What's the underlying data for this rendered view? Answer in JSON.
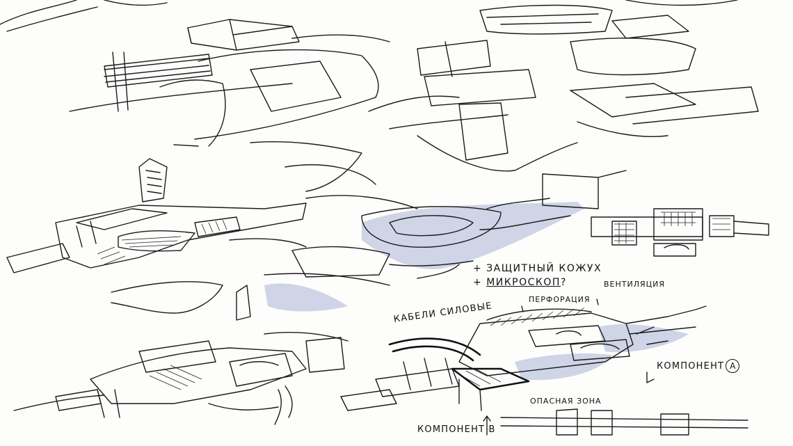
{
  "annotations": {
    "line1": "+ ЗАЩИТНЫЙ КОЖУХ",
    "line2_prefix": "+",
    "line2_word": "МИКРОСКОП",
    "line2_suffix": "?",
    "perforation": "ПЕРФОРАЦИЯ",
    "ventilation": "ВЕНТИЛЯЦИЯ",
    "cables": "КАБЕЛИ СИЛОВЫЕ",
    "danger_zone": "ОПАСНАЯ ЗОНА",
    "component_a_label": "КОМПОНЕНТ",
    "component_a_mark": "A",
    "component_b": "КОМПОНЕНТ В"
  },
  "colors": {
    "ink": "#1a1a1a",
    "marker_wash": "#aab3d6",
    "paper": "#fdfdfb"
  }
}
